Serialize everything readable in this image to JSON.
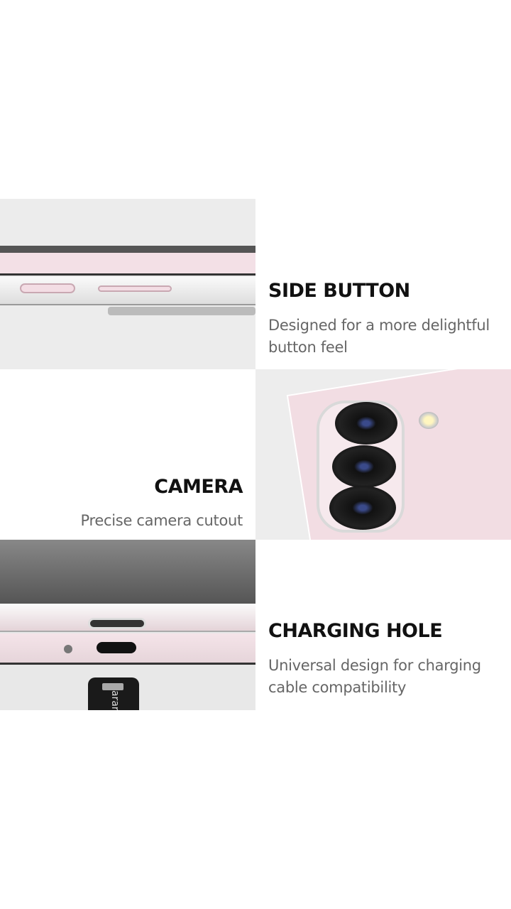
{
  "features": [
    {
      "title": "SIDE BUTTON",
      "desc_lines": [
        "Designed for a more delightful",
        "button feel"
      ]
    },
    {
      "title": "CAMERA",
      "desc_lines": [
        "Precise camera cutout"
      ]
    },
    {
      "title": "CHARGING HOLE",
      "desc_lines": [
        "Universal design for charging",
        "cable compatibility"
      ]
    }
  ],
  "cable_brand": "araree",
  "colors": {
    "phone_pink": "#f2dde3",
    "background_gray": "#ececec",
    "title": "#111111",
    "desc": "#666666"
  }
}
